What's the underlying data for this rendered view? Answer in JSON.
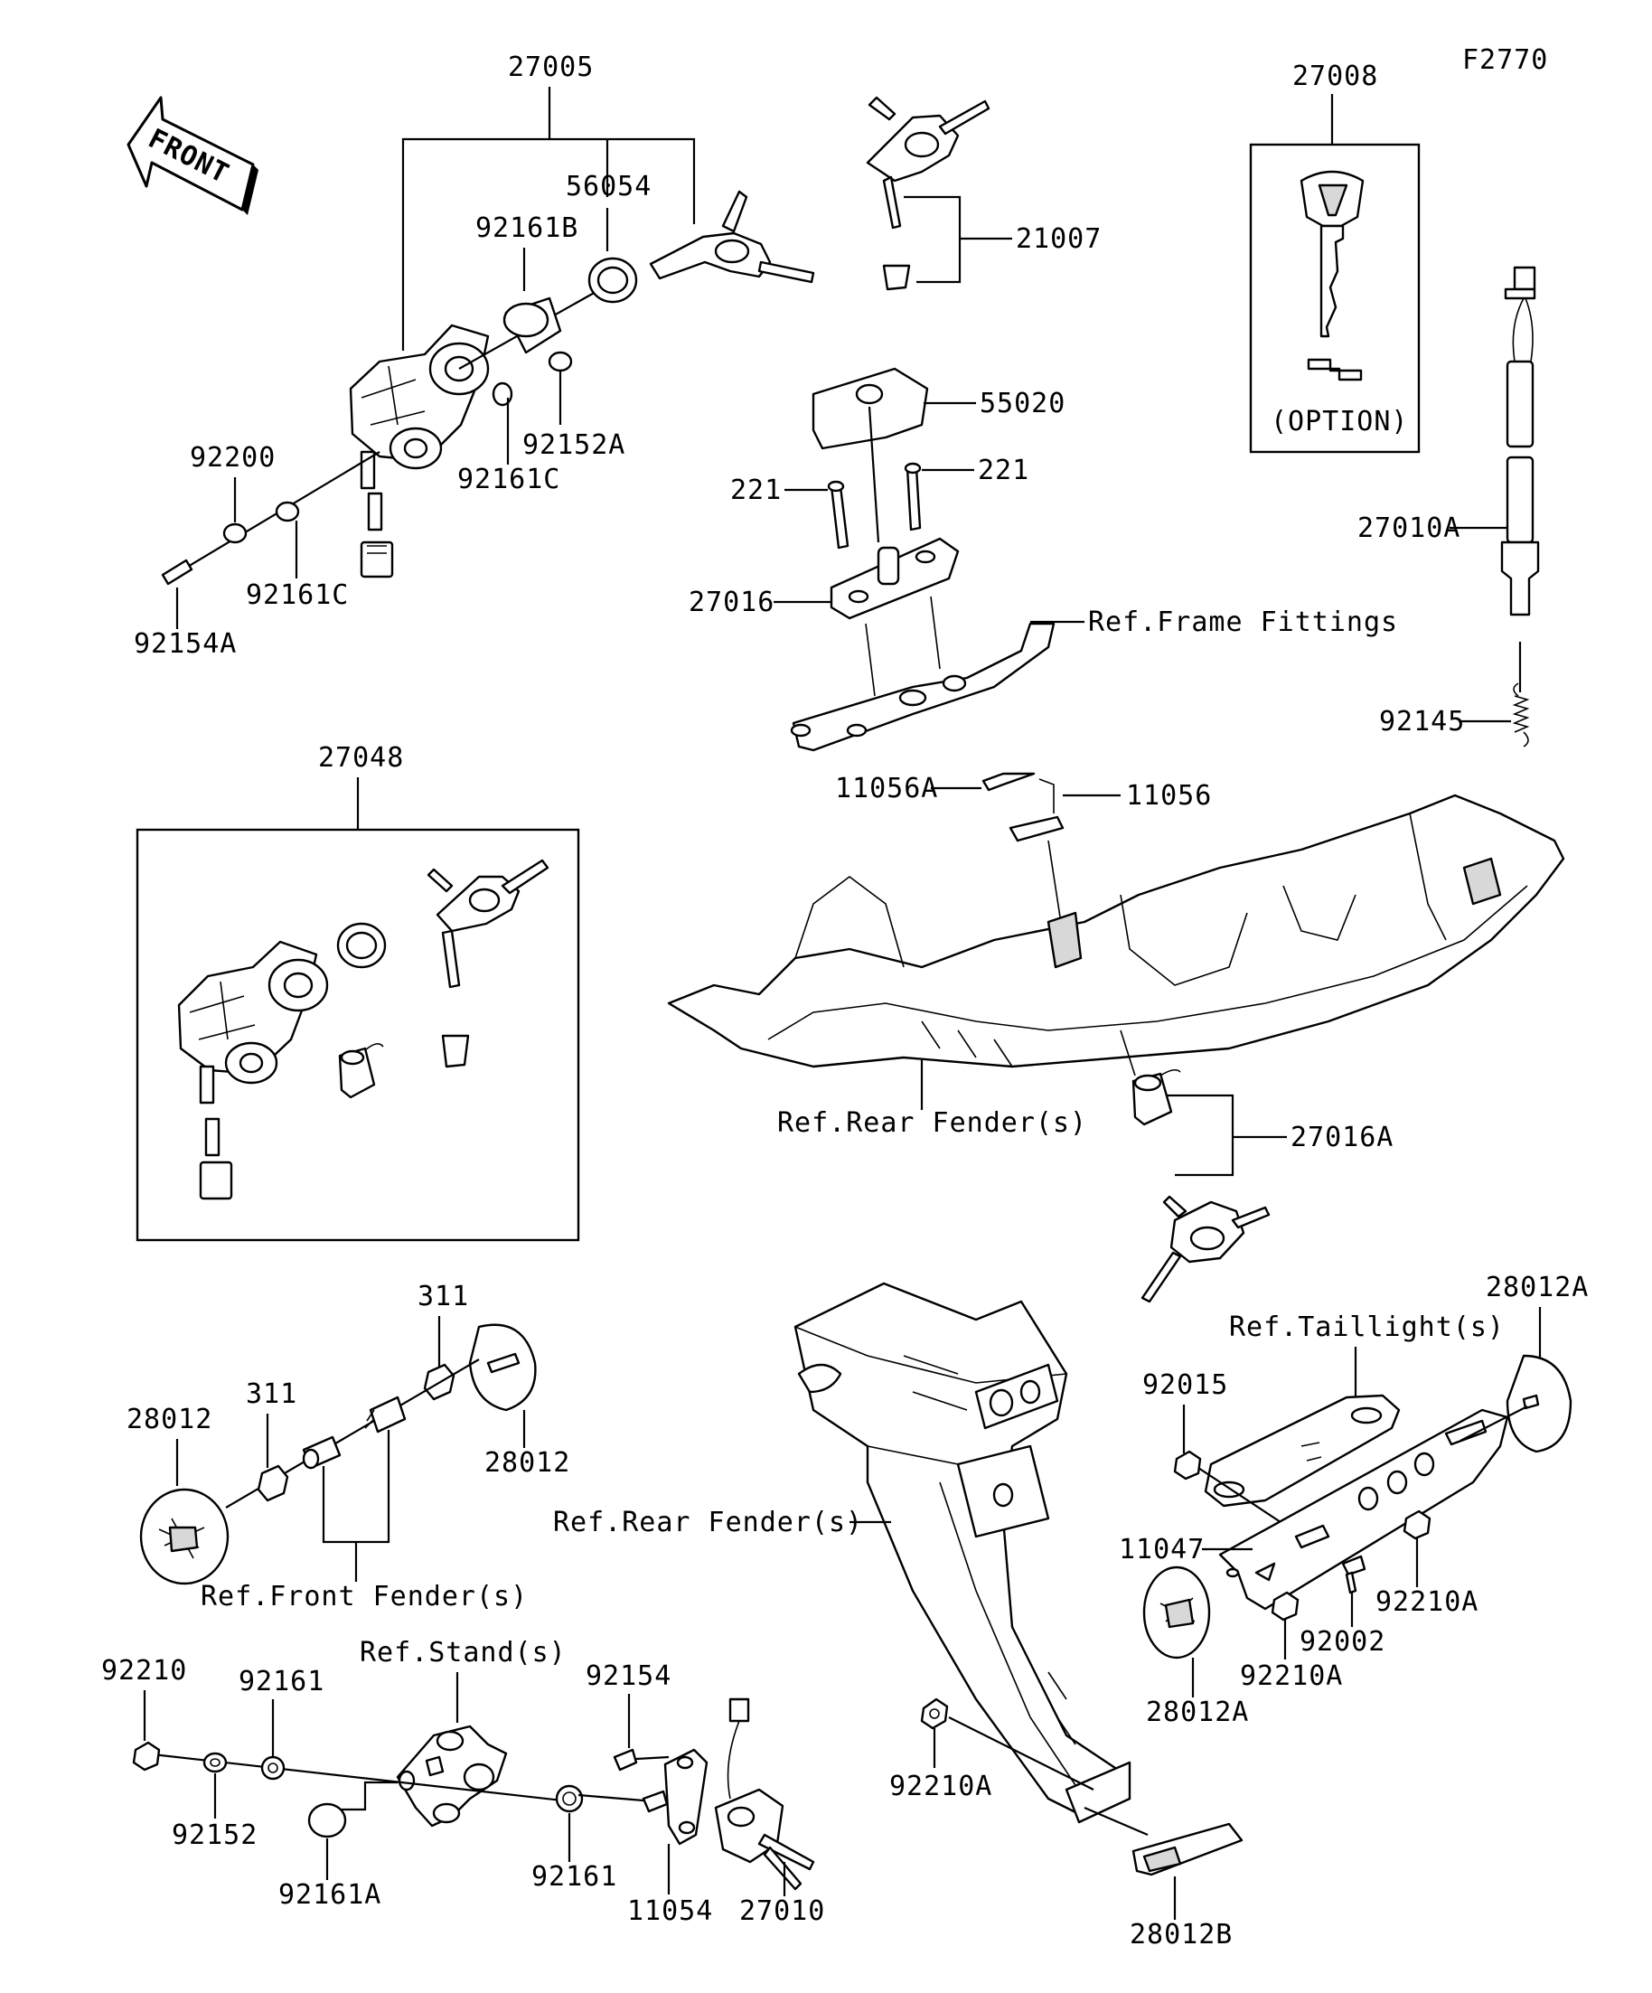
{
  "figure_code": "F2770",
  "front_label": "FRONT",
  "option_label": "(OPTION)",
  "labels": {
    "p27005": "27005",
    "p56054": "56054",
    "p92161B": "92161B",
    "p92200": "92200",
    "p92161C_a": "92161C",
    "p92161C_b": "92161C",
    "p92152A": "92152A",
    "p92154A": "92154A",
    "p21007": "21007",
    "p27008": "27008",
    "p55020": "55020",
    "p221_a": "221",
    "p221_b": "221",
    "p27016": "27016",
    "ref_frame": "Ref.Frame Fittings",
    "p27010A": "27010A",
    "p92145": "92145",
    "p11056A": "11056A",
    "p11056": "11056",
    "p27048": "27048",
    "ref_rear_fender_1": "Ref.Rear Fender(s)",
    "p27016A": "27016A",
    "p311_a": "311",
    "p311_b": "311",
    "p28012_a": "28012",
    "p28012_b": "28012",
    "ref_front_fender": "Ref.Front Fender(s)",
    "p28012A_a": "28012A",
    "ref_taillight": "Ref.Taillight(s)",
    "p92015": "92015",
    "ref_rear_fender_2": "Ref.Rear Fender(s)",
    "p11047": "11047",
    "p92210A_a": "92210A",
    "p92002": "92002",
    "p92210A_b": "92210A",
    "p28012A_b": "28012A",
    "ref_stand": "Ref.Stand(s)",
    "p92210": "92210",
    "p92161_a": "92161",
    "p92154": "92154",
    "p92152": "92152",
    "p92161A": "92161A",
    "p92161_b": "92161",
    "p11054": "11054",
    "p27010": "27010",
    "p92210A_c": "92210A",
    "p28012B": "28012B"
  }
}
